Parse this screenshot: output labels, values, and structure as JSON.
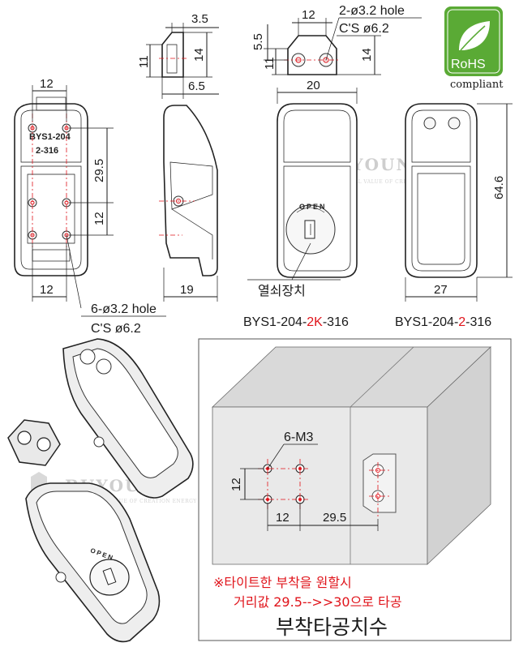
{
  "dimensions": {
    "top_front_width": "12",
    "side_top_width": "3.5",
    "side_top_height_left": "11",
    "side_top_height_right": "14",
    "side_top_depth": "6.5",
    "front_hole_spacing_v": "29.5",
    "front_hole_spacing_v2": "12",
    "front_hole_spacing_h": "12",
    "side_depth": "19",
    "keeper_width": "12",
    "keeper_height_left": "5.5",
    "keeper_height_left2": "11",
    "keeper_height_right": "14",
    "key_model_width": "20",
    "plain_model_width": "27",
    "plain_model_height": "64.6"
  },
  "callouts": {
    "front_holes_line1": "6-ø3.2 hole",
    "front_holes_line2": "C'S ø6.2",
    "keeper_holes_line1": "2-ø3.2 hole",
    "keeper_holes_line2": "C'S ø6.2",
    "lock_label": "열쇠장치"
  },
  "models": {
    "key_model": {
      "prefix": "BYS1-204-",
      "highlight": "2K",
      "suffix": "-316"
    },
    "plain_model": {
      "prefix": "BYS1-204-",
      "highlight": "2",
      "suffix": "-316"
    }
  },
  "part_markings": {
    "line1": "BYS1-204",
    "line2": "2-316",
    "open_text": "OPEN"
  },
  "rohs": {
    "title": "RoHS",
    "subtitle": "compliant"
  },
  "watermark": {
    "brand": "BUYOUNG",
    "tagline": "COMMERCIAL VALUE OF CREATION ENERGY"
  },
  "mounting": {
    "tap_label": "6-M3",
    "dim_v": "12",
    "dim_h1": "12",
    "dim_h2": "29.5",
    "note_line1": "※타이트한 부착을 원할시",
    "note_line2": "거리값 29.5-->>30으로 타공",
    "title": "부착타공치수"
  },
  "colors": {
    "accent_red": "#e0141b",
    "rohs_green": "#5aaa35",
    "box_fill": "#e4e4e4"
  }
}
